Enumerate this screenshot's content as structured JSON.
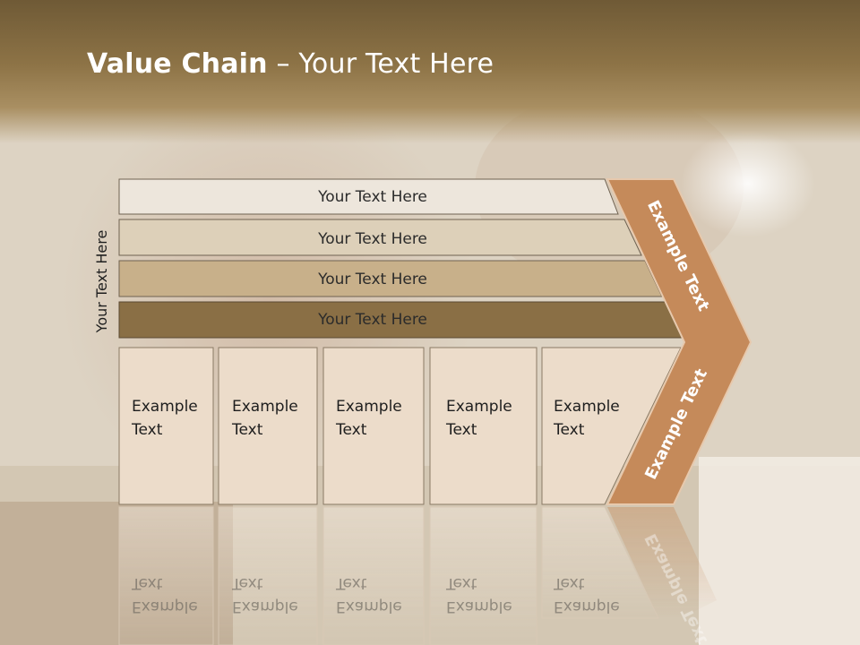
{
  "slide": {
    "title_bold": "Value Chain",
    "title_rest": " – Your Text Here",
    "vertical_label": "Your Text Here"
  },
  "bands": [
    {
      "label": "Your Text Here",
      "color": "#ede6dc"
    },
    {
      "label": "Your Text Here",
      "color": "#ddd0b9"
    },
    {
      "label": "Your Text Here",
      "color": "#c8b08a"
    },
    {
      "label": "Your Text Here",
      "color": "#8a6f45"
    }
  ],
  "columns": [
    {
      "line1": "Example",
      "line2": "Text"
    },
    {
      "line1": "Example",
      "line2": "Text"
    },
    {
      "line1": "Example",
      "line2": "Text"
    },
    {
      "line1": "Example",
      "line2": "Text"
    },
    {
      "line1": "Example",
      "line2": "Text"
    }
  ],
  "chevron": {
    "upper_label": "Example Text",
    "lower_label": "Example Text",
    "color": "#c58a5a"
  },
  "colors": {
    "header": "#8d7346",
    "column_fill": "#ecdcca",
    "band_border": "#7a6a52"
  }
}
